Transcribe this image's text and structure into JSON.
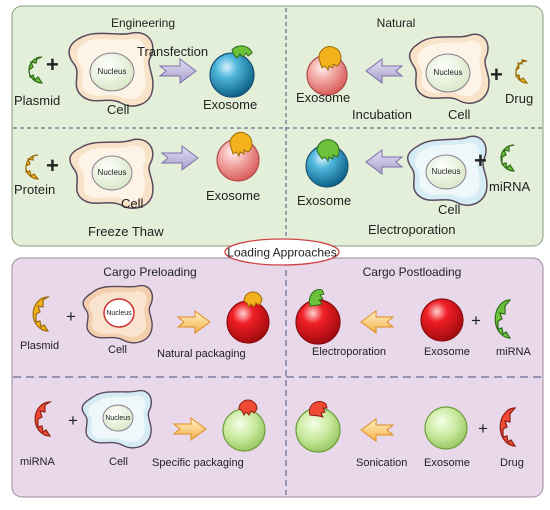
{
  "center_label": "Loading Approaches",
  "top": {
    "engineering": {
      "title": "Engineering",
      "row1": {
        "cargo": "Plasmid",
        "cell": "Cell",
        "nucleus": "Nucleus",
        "method": "Transfection",
        "result": "Exosome"
      },
      "row2": {
        "cargo": "Protein",
        "cell": "Cell",
        "nucleus": "Nucleus",
        "method": "Freeze Thaw",
        "result": "Exosome"
      }
    },
    "natural": {
      "title": "Natural",
      "row1": {
        "result": "Exosome",
        "method": "Incubation",
        "cell": "Cell",
        "nucleus": "Nucleus",
        "cargo": "Drug"
      },
      "row2": {
        "result": "Exosome",
        "method": "Electroporation",
        "cell": "Cell",
        "nucleus": "Nucleus",
        "cargo": "miRNA"
      }
    }
  },
  "bottom": {
    "preloading": {
      "title": "Cargo Preloading",
      "row1": {
        "cargo": "Plasmid",
        "cell": "Cell",
        "nucleus": "Nucleus",
        "method": "Natural packaging"
      },
      "row2": {
        "cargo": "miRNA",
        "cell": "Cell",
        "nucleus": "Nucleus",
        "method": "Specific packaging"
      }
    },
    "postloading": {
      "title": "Cargo Postloading",
      "row1": {
        "method": "Electroporation",
        "exosome": "Exosome",
        "cargo": "miRNA"
      },
      "row2": {
        "method": "Sonication",
        "exosome": "Exosome",
        "cargo": "Drug"
      }
    }
  }
}
